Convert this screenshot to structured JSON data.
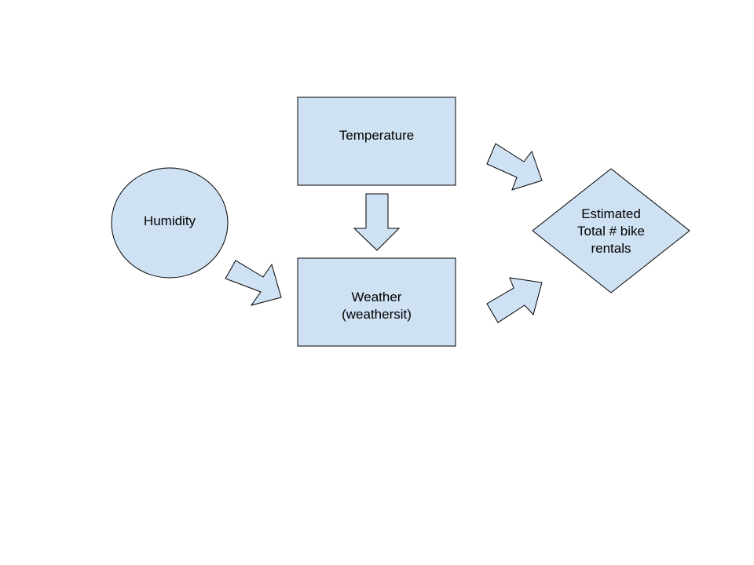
{
  "colors": {
    "shape_fill": "#cfe2f3",
    "shape_stroke": "#000000",
    "background": "#ffffff"
  },
  "nodes": {
    "temperature": {
      "shape": "rectangle",
      "lines": [
        "Temperature"
      ]
    },
    "humidity": {
      "shape": "circle",
      "lines": [
        "Humidity"
      ]
    },
    "weather": {
      "shape": "rectangle",
      "lines": [
        "Weather",
        "(weathersit)"
      ]
    },
    "estimated": {
      "shape": "diamond",
      "lines": [
        "Estimated",
        "Total # bike",
        "rentals"
      ]
    }
  },
  "edges": [
    {
      "from": "temperature",
      "to": "weather"
    },
    {
      "from": "humidity",
      "to": "weather"
    },
    {
      "from": "temperature",
      "to": "estimated"
    },
    {
      "from": "weather",
      "to": "estimated"
    }
  ]
}
